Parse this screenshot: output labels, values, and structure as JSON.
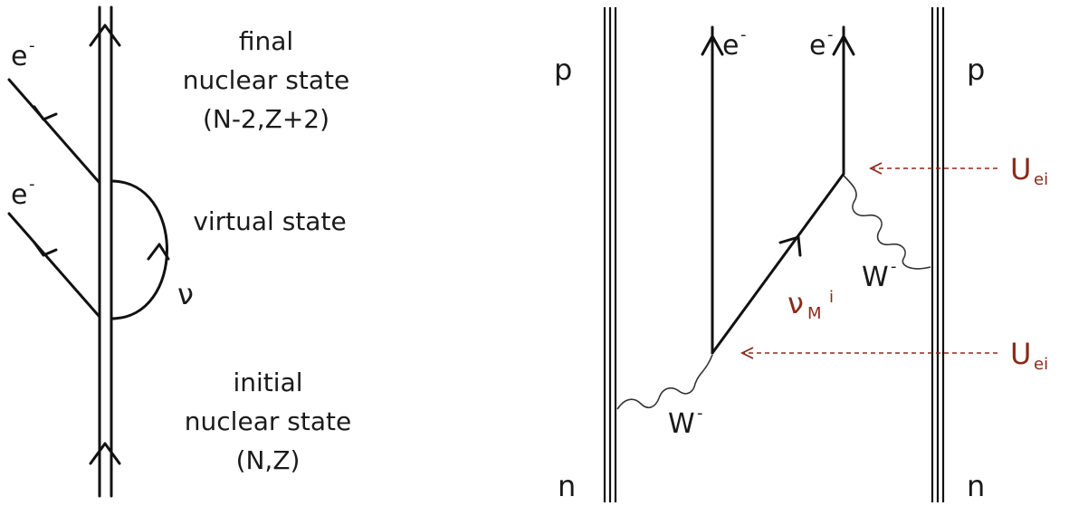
{
  "left_diagram": {
    "electron_top": "e",
    "electron_top_sup": "-",
    "electron_bottom": "e",
    "electron_bottom_sup": "-",
    "neutrino": "ν",
    "final_line1": "final",
    "final_line2": "nuclear state",
    "final_line3": "(N-2,Z+2)",
    "virtual": "virtual state",
    "initial_line1": "initial",
    "initial_line2": "nuclear state",
    "initial_line3": "(N,Z)"
  },
  "right_diagram": {
    "p_left": "p",
    "p_right": "p",
    "n_left": "n",
    "n_right": "n",
    "electron_left": "e",
    "electron_left_sup": "-",
    "electron_right": "e",
    "electron_right_sup": "-",
    "w_lower": "W",
    "w_lower_sup": "-",
    "w_upper": "W",
    "w_upper_sup": "-",
    "nu_main": "ν",
    "nu_sub": "M",
    "nu_sup": "i",
    "u_upper_main": "U",
    "u_upper_sub": "ei",
    "u_lower_main": "U",
    "u_lower_sub": "ei",
    "accent_color": "#8b2a1a"
  }
}
